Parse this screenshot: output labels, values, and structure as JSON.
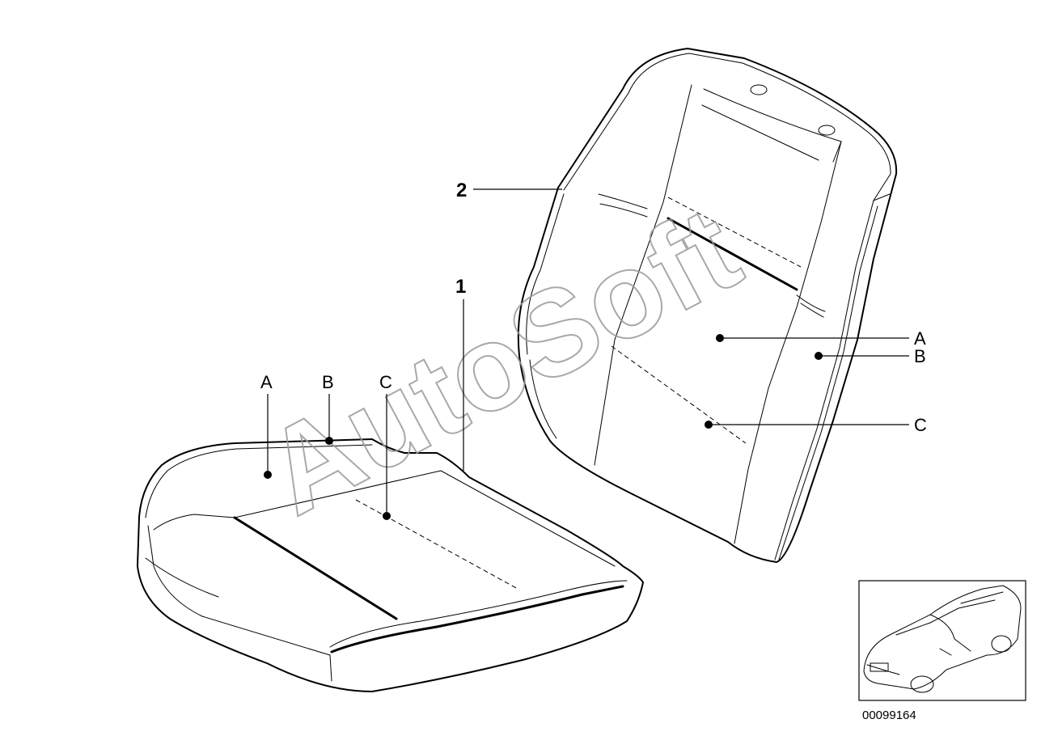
{
  "callouts": {
    "part_1": "1",
    "part_2": "2",
    "cushion_a": "A",
    "cushion_b": "B",
    "cushion_c": "C",
    "backrest_a": "A",
    "backrest_b": "B",
    "backrest_c": "C"
  },
  "watermark": "AutoSoft",
  "reference_number": "00099164"
}
